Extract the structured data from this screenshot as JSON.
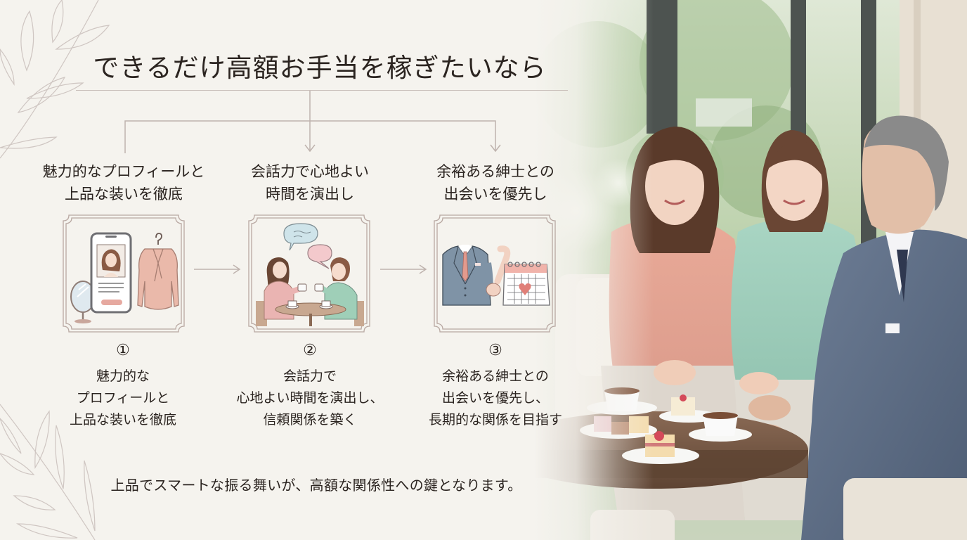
{
  "title": "できるだけ高額お手当を稼ぎたいなら",
  "steps": [
    {
      "heading_lines": [
        "魅力的なプロフィールと",
        "上品な装いを徹底"
      ],
      "illustration": "phone-profile-blouse-mirror-illustration",
      "number": "①",
      "caption_lines": [
        "魅力的な",
        "プロフィールと",
        "上品な装いを徹底"
      ]
    },
    {
      "heading_lines": [
        "会話力で心地よい",
        "時間を演出し"
      ],
      "illustration": "two-women-cafe-conversation-illustration",
      "number": "②",
      "caption_lines": [
        "会話力で",
        "心地よい時間を演出し、",
        "信頼関係を築く"
      ]
    },
    {
      "heading_lines": [
        "余裕ある紳士との",
        "出会いを優先し"
      ],
      "illustration": "gentleman-holding-hands-calendar-heart-illustration",
      "number": "③",
      "caption_lines": [
        "余裕ある紳士との",
        "出会いを優先し、",
        "長期的な関係を目指す"
      ]
    }
  ],
  "footer": "上品でスマートな振る舞いが、高額な関係性への鍵となります。",
  "photo": {
    "description": "two-women-and-older-gentleman-at-cafe-table-photo"
  },
  "colors": {
    "background": "#f5f3ee",
    "text": "#2b2420",
    "line": "#bfb3ae",
    "frame": "#b8a8a2",
    "accent_pink": "#e6a9a0",
    "accent_green": "#a8d4c2",
    "suit_blue": "#5b6b82"
  }
}
